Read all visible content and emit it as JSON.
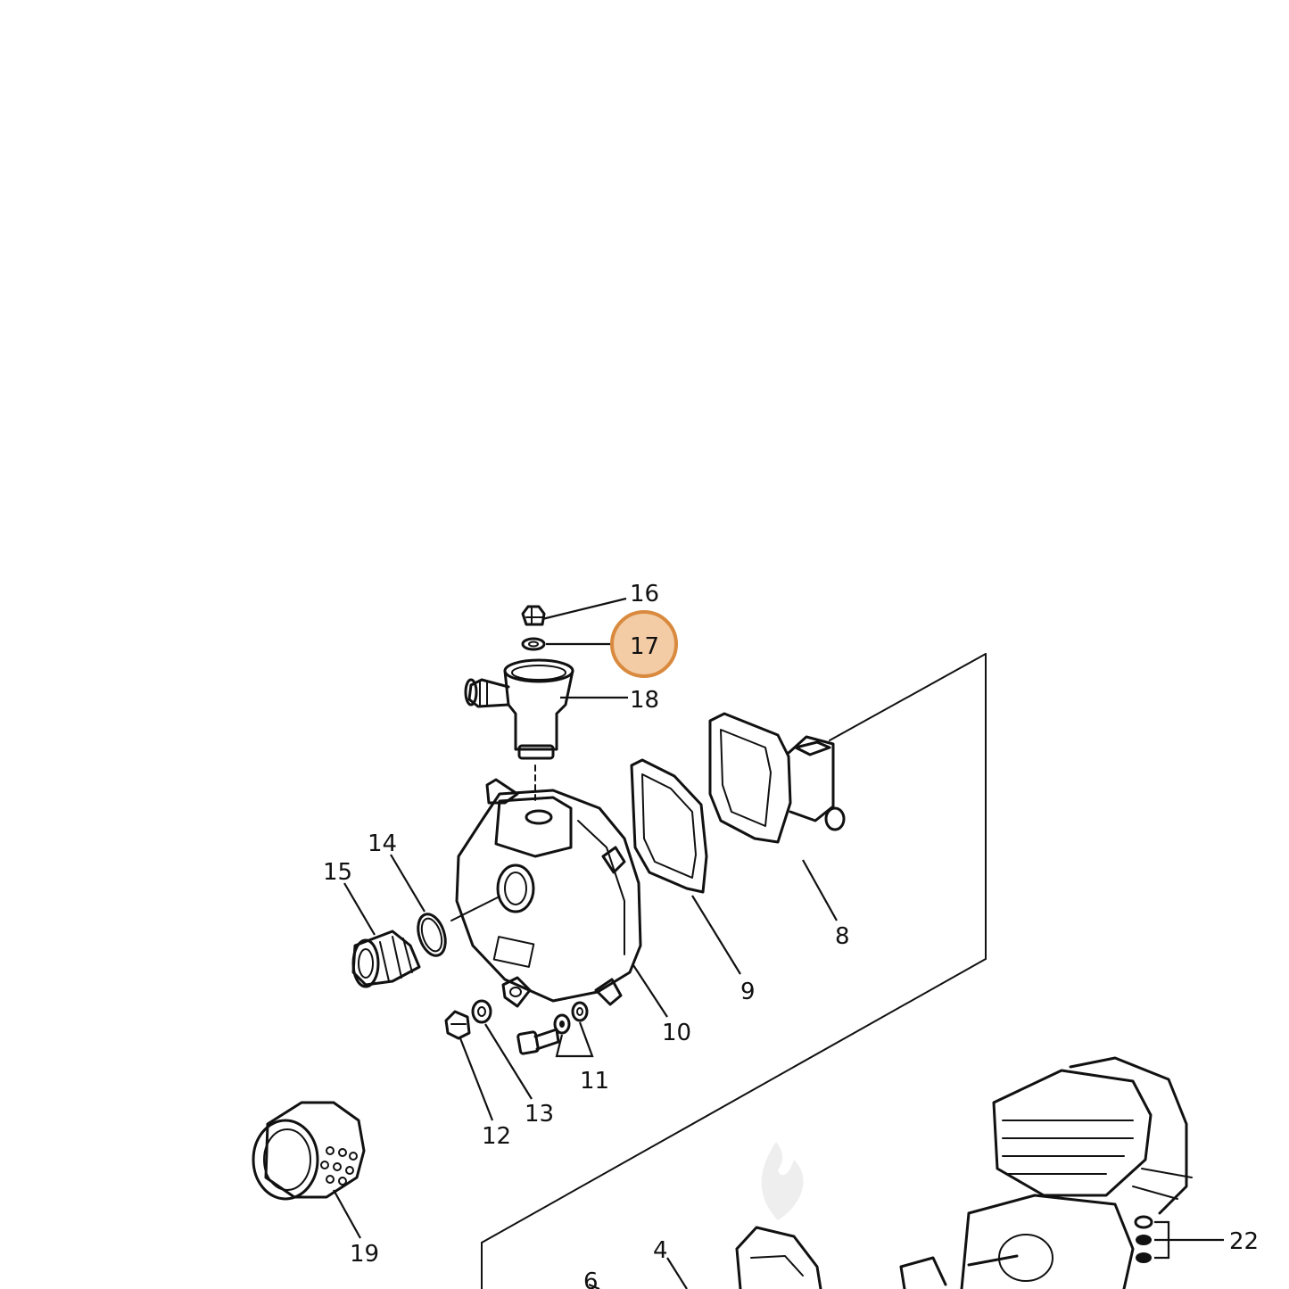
{
  "diagram": {
    "highlighted_part": "17",
    "highlight_color": "#f3cca6",
    "highlight_border_color": "#d98a3e",
    "parts": [
      {
        "id": "p16",
        "label": "16"
      },
      {
        "id": "p17",
        "label": "17"
      },
      {
        "id": "p18",
        "label": "18"
      },
      {
        "id": "p8",
        "label": "8"
      },
      {
        "id": "p9",
        "label": "9"
      },
      {
        "id": "p10",
        "label": "10"
      },
      {
        "id": "p11",
        "label": "11"
      },
      {
        "id": "p12",
        "label": "12"
      },
      {
        "id": "p13",
        "label": "13"
      },
      {
        "id": "p14",
        "label": "14"
      },
      {
        "id": "p15",
        "label": "15"
      },
      {
        "id": "p19",
        "label": "19"
      },
      {
        "id": "p22",
        "label": "22"
      },
      {
        "id": "p4",
        "label": "4"
      },
      {
        "id": "p6",
        "label": "6"
      }
    ]
  }
}
